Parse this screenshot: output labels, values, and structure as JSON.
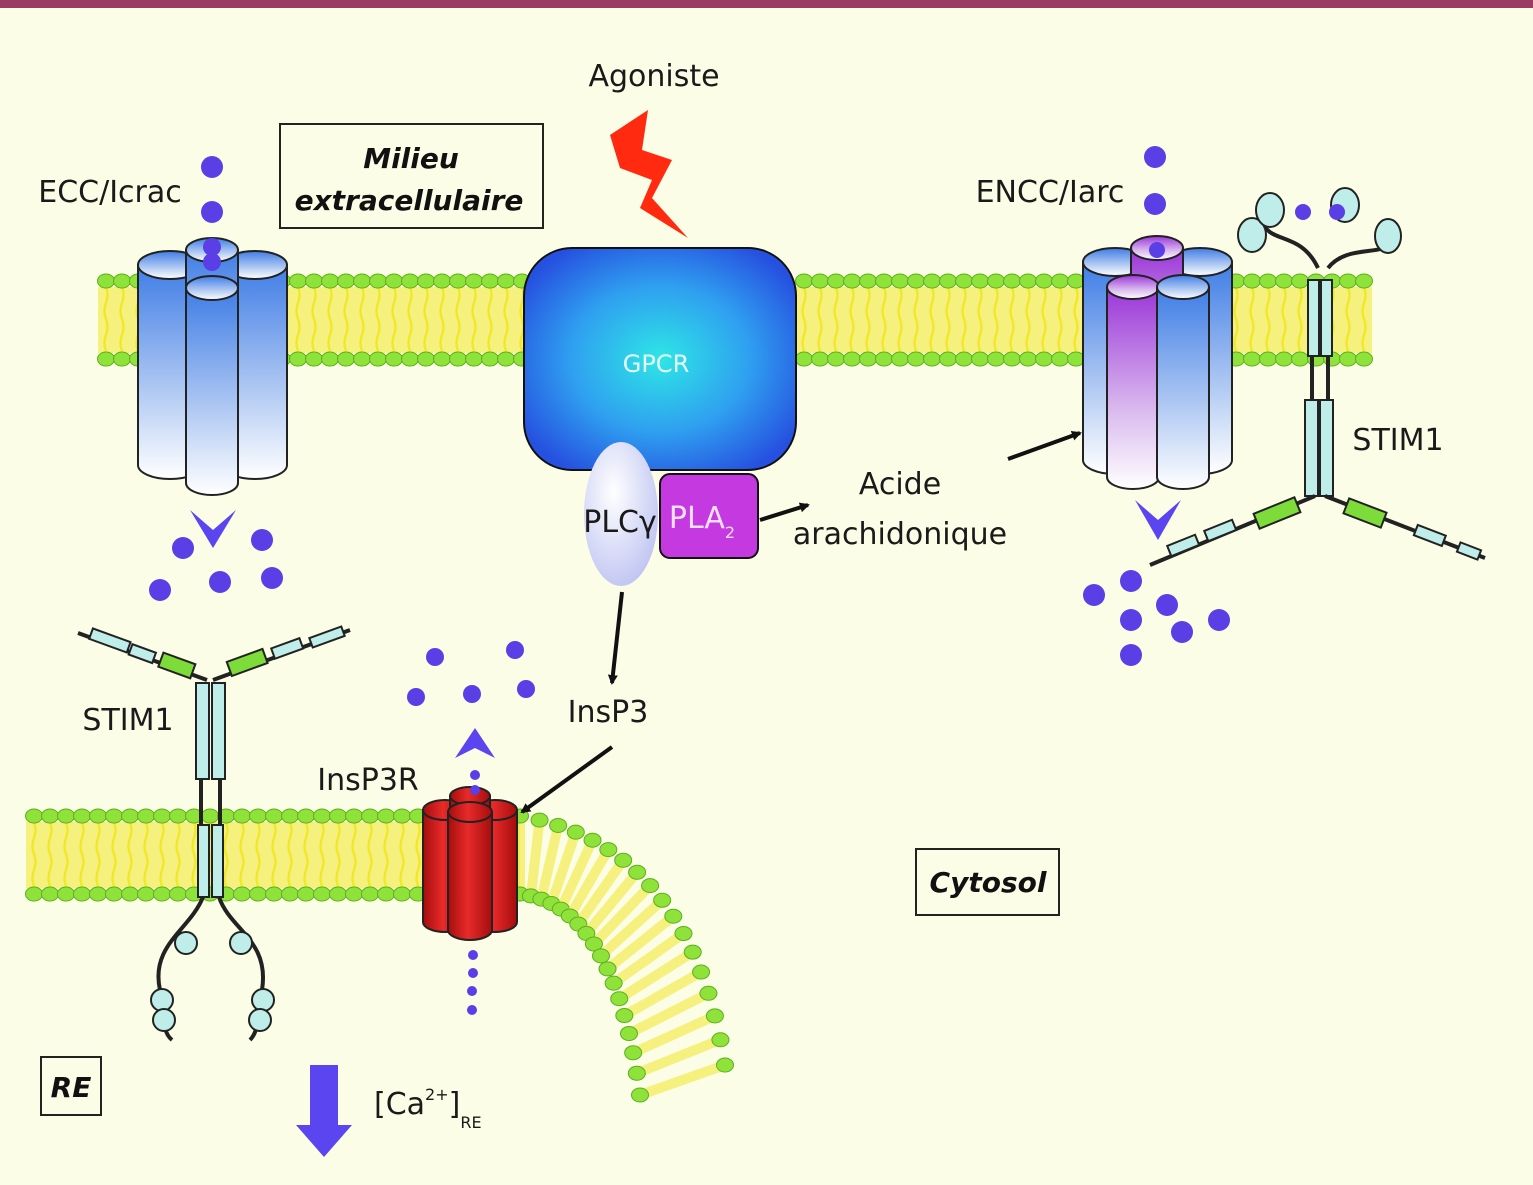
{
  "labels": {
    "agonist": "Agoniste",
    "extracellular_line1": "Milieu",
    "extracellular_line2": "extracellulaire",
    "ecc_channel": "ECC/Icrac",
    "encc_channel": "ENCC/Iarc",
    "gpcr": "GPCR",
    "plc": "PLCγ",
    "pla_main": "PLA",
    "pla_sub": "2",
    "arachidonic_line1": "Acide",
    "arachidonic_line2": "arachidonique",
    "stim1_right": "STIM1",
    "stim1_left": "STIM1",
    "insp3": "InsP3",
    "insp3r": "InsP3R",
    "cytosol": "Cytosol",
    "er": "RE",
    "ca_main": "[Ca",
    "ca_sup": "2+",
    "ca_close": "]",
    "ca_sub": "RE"
  },
  "colors": {
    "background": "#fbfde6",
    "top_border": "#9b3b63",
    "membrane_head": "#8fe23a",
    "membrane_tail": "#f2e82a",
    "calcium": "#5a3fe6",
    "channel_blue": "#4a86e8",
    "channel_purple": "#a23ad8",
    "insp3r_red": "#d81b1b",
    "pla2": "#c53ae0",
    "gpcr": "#2a5ee0",
    "stim_body": "#bfeeea",
    "stim_green": "#7ddb3a",
    "agonist_bolt": "#ff2a10",
    "arrow_blue": "#5b45f0"
  }
}
